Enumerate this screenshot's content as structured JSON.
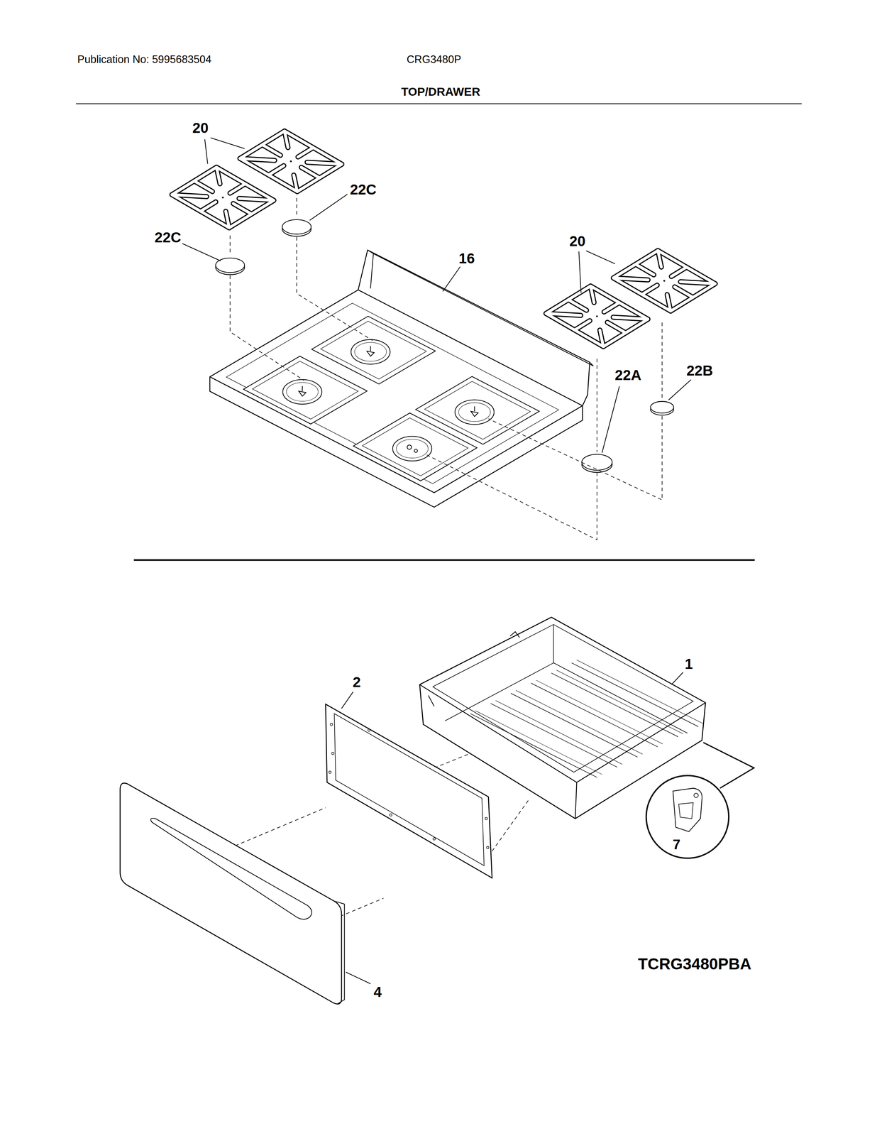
{
  "diagram": {
    "title": "TOP/DRAWER",
    "nodes": [
      {
        "text": [
          "7"
        ]
      }
    ],
    "labels": [
      "Publication No: 5995683504",
      "CRG3480P",
      "20",
      "22C",
      "22C",
      "16",
      "20",
      "22A",
      "22B",
      "2",
      "1",
      "4",
      "TCRG3480PBA"
    ]
  }
}
